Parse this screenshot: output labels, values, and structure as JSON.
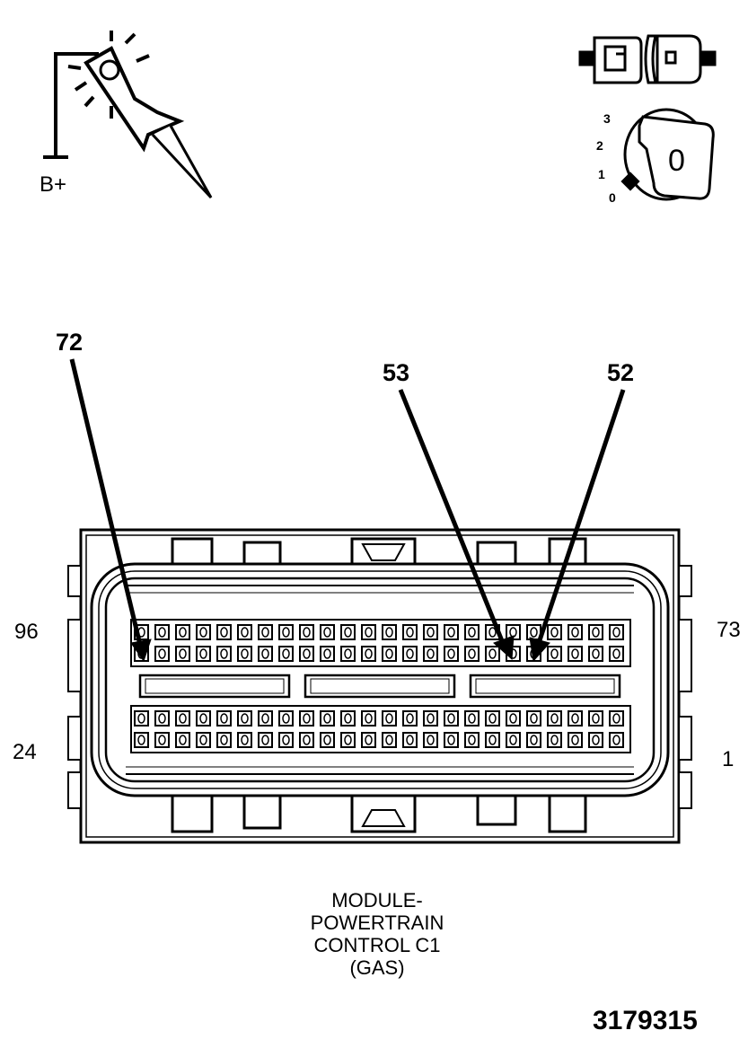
{
  "diagram": {
    "pin_labels": [
      "72",
      "53",
      "52"
    ],
    "side_labels": {
      "top_left": "96",
      "top_right": "73",
      "bottom_left": "24",
      "bottom_right": "1"
    },
    "caption_lines": [
      "MODULE-",
      "POWERTRAIN",
      "CONTROL C1",
      "(GAS)"
    ],
    "figure_id": "3179315",
    "test_light_label": "B+",
    "ignition_positions": [
      "3",
      "2",
      "1",
      "0"
    ],
    "ignition_key_label": "0",
    "icons": [
      "test-light-icon",
      "connector-disconnect-icon",
      "ignition-key-icon"
    ]
  }
}
